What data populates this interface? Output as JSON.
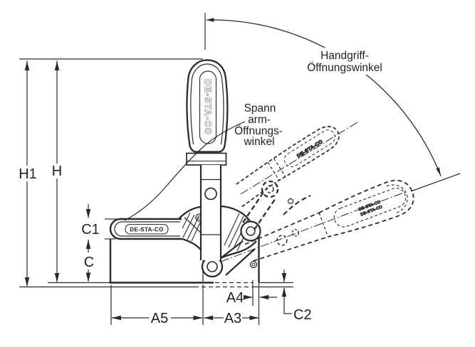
{
  "drawing": {
    "dimensions": {
      "h1": "H1",
      "h": "H",
      "c1": "C1",
      "c": "C",
      "a5": "A5",
      "a3": "A3",
      "a4": "A4",
      "c2": "C2"
    },
    "angle_labels": {
      "handle": {
        "line1": "Handgriff-",
        "line2": "Öffnungswinkel"
      },
      "arm": {
        "line1": "Spann",
        "line2": "arm-",
        "line3": "Öffnungs-",
        "line4": "winkel"
      }
    },
    "branding": {
      "handle_grip": "DE-STA-CO",
      "clamp_arm": "DE-STA-CO",
      "open_arm": "DE-STA-CO",
      "open_handle": "DE-STA-CO"
    },
    "colors": {
      "line": "#2a2a2e",
      "background": "#ffffff"
    }
  }
}
